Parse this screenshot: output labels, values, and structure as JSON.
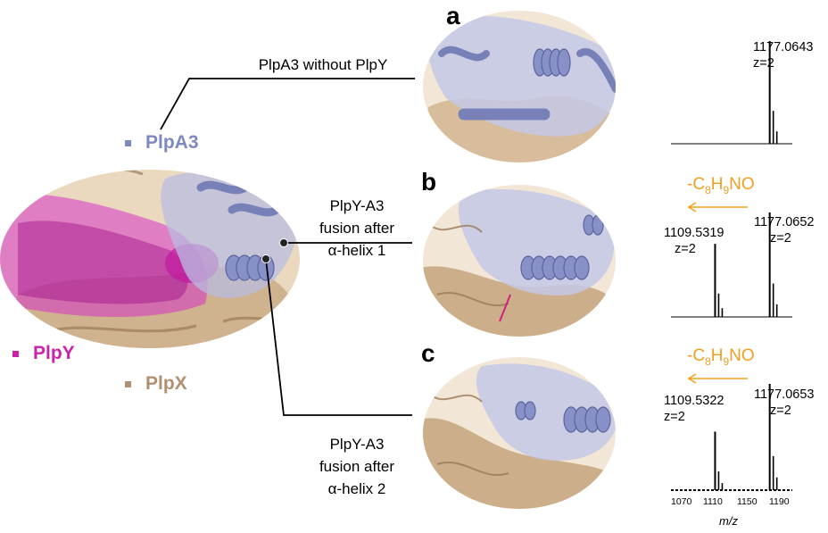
{
  "colors": {
    "plpa3": "#8088c0",
    "plpy": "#cc22aa",
    "plpx": "#b09070",
    "loss_arrow": "#f0a020"
  },
  "legend": {
    "plpa3": "PlpA3",
    "plpy": "PlpY",
    "plpx": "PlpX"
  },
  "callouts": {
    "a": [
      "PlpA3 without PlpY"
    ],
    "b": [
      "PlpY-A3",
      "fusion after",
      "α-helix 1"
    ],
    "c": [
      "PlpY-A3",
      "fusion after",
      "α-helix 2"
    ]
  },
  "panels": [
    {
      "letter": "a",
      "peaks": [
        {
          "mz": 1177.0643,
          "label_mz": "1177.0643",
          "label_z": "z=2",
          "rel_intensity": 1.0
        }
      ]
    },
    {
      "letter": "b",
      "loss": {
        "prefix": "-C",
        "s1": "8",
        "h": "H",
        "s2": "9",
        "suffix": "NO"
      },
      "peaks": [
        {
          "mz": 1109.5319,
          "label_mz": "1109.5319",
          "label_z": "z=2",
          "rel_intensity": 0.7
        },
        {
          "mz": 1177.0652,
          "label_mz": "1177.0652",
          "label_z": "z=2",
          "rel_intensity": 1.0
        }
      ]
    },
    {
      "letter": "c",
      "loss": {
        "prefix": "-C",
        "s1": "8",
        "h": "H",
        "s2": "9",
        "suffix": "NO"
      },
      "peaks": [
        {
          "mz": 1109.5322,
          "label_mz": "1109.5322",
          "label_z": "z=2",
          "rel_intensity": 0.55
        },
        {
          "mz": 1177.0653,
          "label_mz": "1177.0653",
          "label_z": "z=2",
          "rel_intensity": 1.0
        }
      ]
    }
  ],
  "axis": {
    "ticks": [
      "1070",
      "1110",
      "1150",
      "1190"
    ],
    "title": "m/z"
  }
}
